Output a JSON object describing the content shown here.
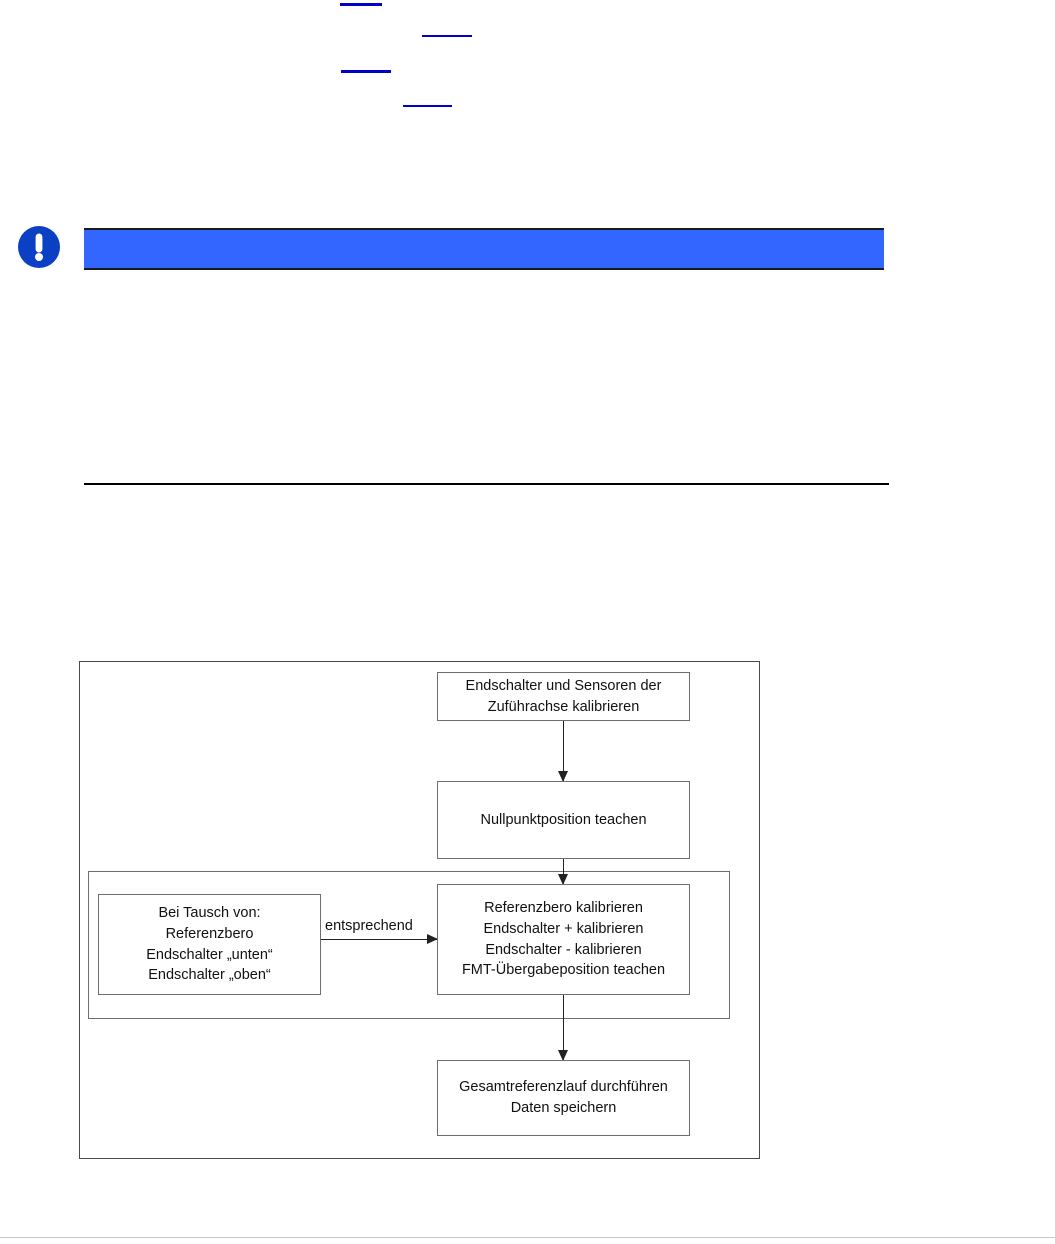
{
  "links": [
    {
      "name": "link-underline-1"
    },
    {
      "name": "link-underline-2"
    },
    {
      "name": "link-underline-3"
    },
    {
      "name": "link-underline-4"
    }
  ],
  "notice": {
    "icon": "exclamation-circle-icon",
    "bar_color": "#3366FF",
    "text": ""
  },
  "divider": {
    "color": "#000000"
  },
  "flowchart": {
    "type": "diagram",
    "nodes": [
      {
        "id": "calibrate",
        "lines": [
          "Endschalter und Sensoren der",
          "Zuführachse kalibrieren"
        ]
      },
      {
        "id": "nullpunkt",
        "lines": [
          "Nullpunktposition teachen"
        ]
      },
      {
        "id": "tausch",
        "lines": [
          "Bei Tausch von:",
          "Referenzbero",
          "Endschalter „unten“",
          "Endschalter „oben“"
        ]
      },
      {
        "id": "referenz",
        "lines": [
          "Referenzbero kalibrieren",
          "Endschalter + kalibrieren",
          "Endschalter - kalibrieren",
          "FMT-Übergabeposition teachen"
        ]
      },
      {
        "id": "gesamt",
        "lines": [
          "Gesamtreferenzlauf durchführen",
          "Daten speichern"
        ]
      }
    ],
    "edges": [
      {
        "from": "calibrate",
        "to": "nullpunkt",
        "label": ""
      },
      {
        "from": "nullpunkt",
        "to": "referenz",
        "label": ""
      },
      {
        "from": "tausch",
        "to": "referenz",
        "label": "entsprechend"
      },
      {
        "from": "referenz",
        "to": "gesamt",
        "label": ""
      }
    ],
    "edge_labels": {
      "entsprechend": "entsprechend"
    }
  }
}
